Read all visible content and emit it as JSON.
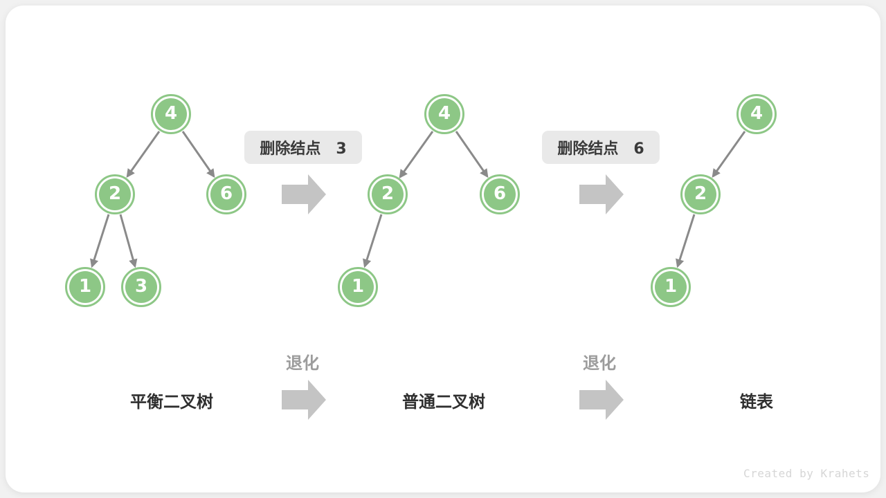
{
  "colors": {
    "page_bg": "#f1f1f1",
    "card_bg": "#ffffff",
    "node_green": "#8dc786",
    "edge_gray": "#8a8a8a",
    "block_arrow_gray": "#c4c4c4",
    "badge_bg": "#e9e9e9",
    "badge_text": "#3a3a3a",
    "label_dark": "#2f2f2f",
    "label_gray": "#9c9c9c",
    "watermark_gray": "#d6d6d6"
  },
  "badges": [
    {
      "label": "删除结点　3"
    },
    {
      "label": "删除结点　6"
    }
  ],
  "trees": [
    {
      "name": "balanced-binary-tree",
      "nodes": [
        {
          "value": "4"
        },
        {
          "value": "2"
        },
        {
          "value": "6"
        },
        {
          "value": "1"
        },
        {
          "value": "3"
        }
      ]
    },
    {
      "name": "ordinary-binary-tree",
      "nodes": [
        {
          "value": "4"
        },
        {
          "value": "2"
        },
        {
          "value": "6"
        },
        {
          "value": "1"
        }
      ]
    },
    {
      "name": "linked-list",
      "nodes": [
        {
          "value": "4"
        },
        {
          "value": "2"
        },
        {
          "value": "1"
        }
      ]
    }
  ],
  "bottom": {
    "stages": [
      {
        "label": "平衡二叉树"
      },
      {
        "label": "普通二叉树"
      },
      {
        "label": "链表"
      }
    ],
    "transitions": [
      {
        "label": "退化"
      },
      {
        "label": "退化"
      }
    ]
  },
  "watermark": {
    "text": "Created by Krahets"
  }
}
